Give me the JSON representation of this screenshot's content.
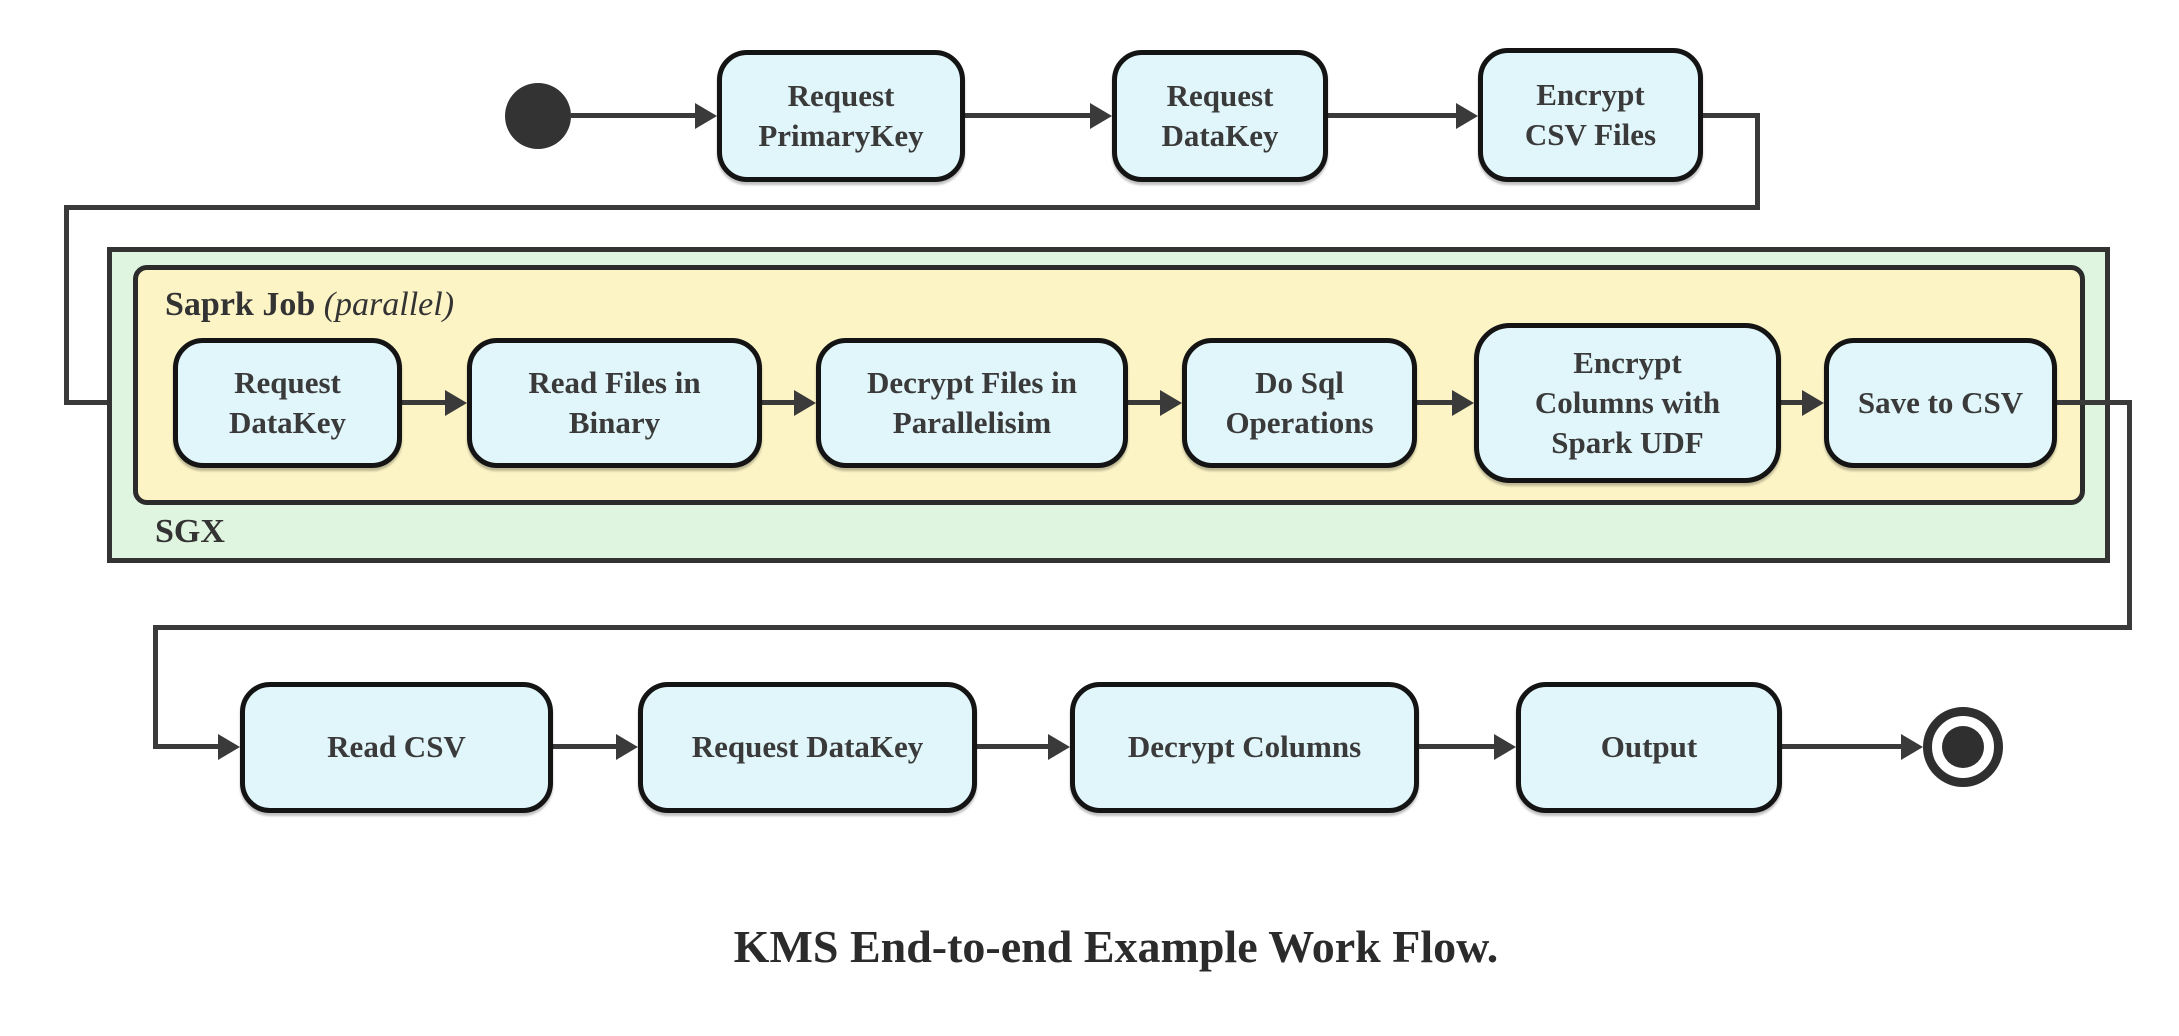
{
  "caption": "KMS End-to-end Example Work Flow.",
  "colors": {
    "node_fill": "#e1f6fb",
    "sgx_fill": "#dff5df",
    "spark_fill": "#fcf4c5",
    "line": "#3a3a3a"
  },
  "containers": {
    "sgx": {
      "label": "SGX"
    },
    "spark": {
      "label_name": "Saprk Job",
      "label_mode": "(parallel)"
    }
  },
  "nodes": {
    "top_row": [
      {
        "label": "Request\nPrimaryKey"
      },
      {
        "label": "Request\nDataKey"
      },
      {
        "label": "Encrypt\nCSV Files"
      }
    ],
    "spark_row": [
      {
        "label": "Request\nDataKey"
      },
      {
        "label": "Read Files in\nBinary"
      },
      {
        "label": "Decrypt Files in\nParallelisim"
      },
      {
        "label": "Do Sql\nOperations"
      },
      {
        "label": "Encrypt\nColumns with\nSpark UDF"
      },
      {
        "label": "Save to CSV"
      }
    ],
    "bottom_row": [
      {
        "label": "Read CSV"
      },
      {
        "label": "Request DataKey"
      },
      {
        "label": "Decrypt Columns"
      },
      {
        "label": "Output"
      }
    ]
  }
}
